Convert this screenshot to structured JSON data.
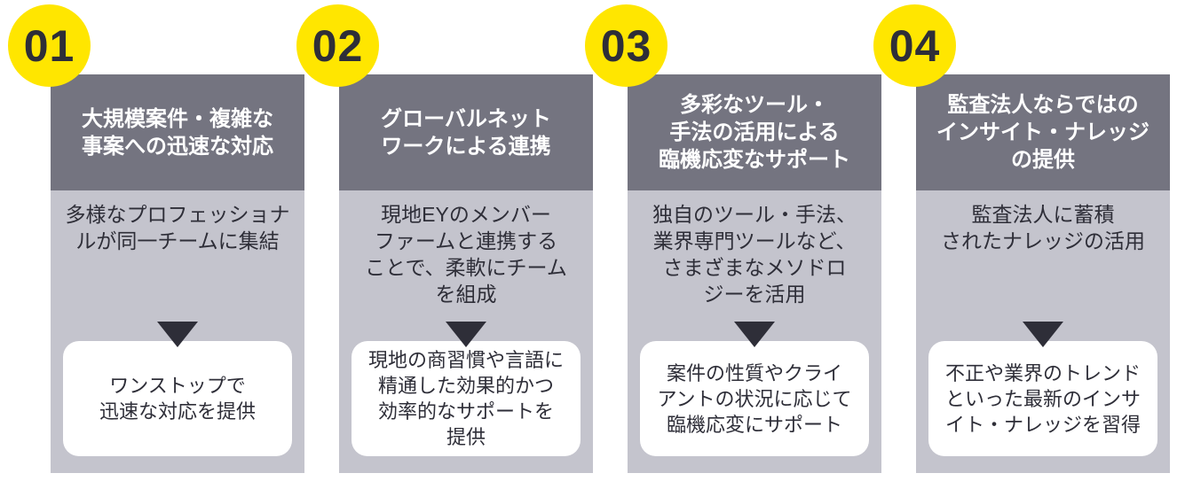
{
  "colors": {
    "badge_yellow": "#FFE600",
    "header_gray": "#747480",
    "panel_gray": "#C4C4CD",
    "dark_navy": "#2E2E38",
    "card_white": "#FFFFFF"
  },
  "icons": {
    "down_arrow": "triangle-down"
  },
  "columns": [
    {
      "number": "01",
      "title": "大規模案件・複雑な\n事案への迅速な対応",
      "description": "多様なプロフェッショナ\nルが同一チームに集結",
      "result": "ワンストップで\n迅速な対応を提供"
    },
    {
      "number": "02",
      "title": "グローバルネット\nワークによる連携",
      "description": "現地EYのメンバー\nファームと連携する\nことで、柔軟にチーム\nを組成",
      "result": "現地の商習慣や言語に\n精通した効果的かつ\n効率的なサポートを\n提供"
    },
    {
      "number": "03",
      "title": "多彩なツール・\n手法の活用による\n臨機応変なサポート",
      "description": "独自のツール・手法、\n業界専門ツールなど、\nさまざまなメソドロ\nジーを活用",
      "result": "案件の性質やクライ\nアントの状況に応じて\n臨機応変にサポート"
    },
    {
      "number": "04",
      "title": "監査法人ならではの\nインサイト・ナレッジ\nの提供",
      "description": "監査法人に蓄積\nされたナレッジの活用",
      "result": "不正や業界のトレンド\nといった最新のインサ\nイト・ナレッジを習得"
    }
  ]
}
